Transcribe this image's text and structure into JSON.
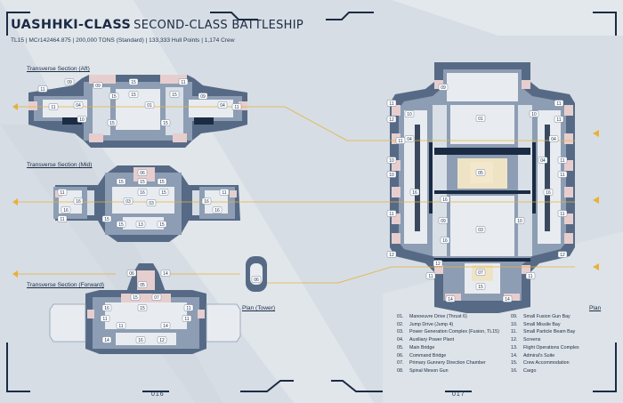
{
  "header": {
    "title_main": "UASHHKI-CLASS",
    "title_sub": "SECOND-CLASS BATTLESHIP",
    "stats": "TL15 | MCr142464.875 | 200,000 TONS (Standard) | 133,333 Hull Points | 1,174 Crew"
  },
  "sections": {
    "aft": "Transverse Section (Aft)",
    "mid": "Transverse Section (Mid)",
    "forward": "Transverse Section (Forward)"
  },
  "plan_tower": "Plan (Tower)",
  "plan": "Plan",
  "page_left": "016",
  "page_right": "017",
  "legend": [
    {
      "num": "01.",
      "label": "Manoeuvre Drive (Thrust 6)"
    },
    {
      "num": "02.",
      "label": "Jump Drive (Jump 4)"
    },
    {
      "num": "03.",
      "label": "Power Generation Complex (Fusion, TL15)"
    },
    {
      "num": "04.",
      "label": "Auxiliary Power Plant"
    },
    {
      "num": "05.",
      "label": "Main Bridge"
    },
    {
      "num": "06.",
      "label": "Command Bridge"
    },
    {
      "num": "07.",
      "label": "Primary Gunnery Direction Chamber"
    },
    {
      "num": "08.",
      "label": "Spinal Meson Gun"
    },
    {
      "num": "09.",
      "label": "Small Fusion Gun Bay"
    },
    {
      "num": "10.",
      "label": "Small Missile Bay"
    },
    {
      "num": "11.",
      "label": "Small Particle Beam Bay"
    },
    {
      "num": "12.",
      "label": "Screens"
    },
    {
      "num": "13.",
      "label": "Flight Operations Complex"
    },
    {
      "num": "14.",
      "label": "Admiral's Suite"
    },
    {
      "num": "15.",
      "label": "Crew Accommodation"
    },
    {
      "num": "16.",
      "label": "Cargo"
    }
  ],
  "callouts": {
    "aft": [
      "11",
      "09",
      "11",
      "04",
      "09",
      "10",
      "15",
      "15",
      "15",
      "01",
      "11",
      "09",
      "15",
      "04",
      "11",
      "15",
      "15"
    ],
    "mid": [
      "11",
      "06",
      "15",
      "15",
      "15",
      "03",
      "16",
      "16",
      "15",
      "11",
      "16",
      "16",
      "11",
      "15",
      "16",
      "03",
      "15",
      "13",
      "15"
    ],
    "fwd": [
      "06",
      "14",
      "05",
      "15",
      "07",
      "16",
      "11",
      "15",
      "11",
      "11",
      "11",
      "14",
      "16",
      "12",
      "14"
    ],
    "tower": [
      "06"
    ],
    "plan": [
      "11",
      "11",
      "10",
      "09",
      "10",
      "12",
      "11",
      "01",
      "11",
      "04",
      "04",
      "10",
      "04",
      "11",
      "10",
      "11",
      "16",
      "05",
      "16",
      "16",
      "11",
      "11",
      "09",
      "10",
      "03",
      "16",
      "12",
      "12",
      "12",
      "11",
      "11",
      "07",
      "14",
      "14",
      "15"
    ]
  },
  "colors": {
    "background": "#d6dde4",
    "hull_dark": "#566a86",
    "hull_mid": "#8d9db3",
    "room_light": "#e8ecf0",
    "room_pink": "#e7cece",
    "room_cream": "#efe3c6",
    "accent_gold": "#e8b13a",
    "ink": "#1b2b44"
  }
}
